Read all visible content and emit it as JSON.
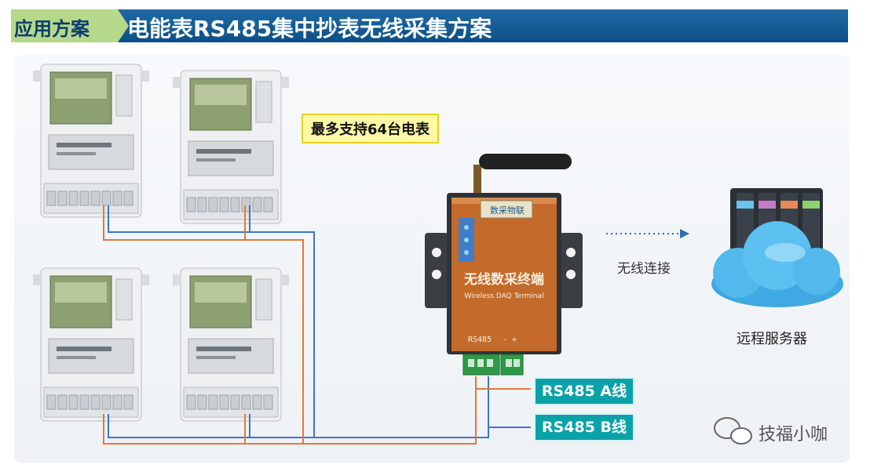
{
  "header": {
    "tag": "应用方案",
    "title": "电能表RS485集中抄表无线采集方案"
  },
  "callout": "最多支持64台电表",
  "terminal": {
    "brand": "数采物联",
    "name_cn": "无线数采终端",
    "name_en": "Wireless DAQ Terminal",
    "port_label": "RS485",
    "polarity": "- +"
  },
  "link_label": "无线连接",
  "server_label": "远程服务器",
  "wires": {
    "a_label": "RS485 A线",
    "b_label": "RS485 B线",
    "a_color": "#e07a3a",
    "b_color": "#3f74c9"
  },
  "watermark": "技福小咖",
  "colors": {
    "banner": "#0d4f86",
    "tag": "#b6d88b",
    "terminal": "#c46a2a",
    "label_box": "#0aa2a8",
    "cloud": "#4fb3e8"
  }
}
